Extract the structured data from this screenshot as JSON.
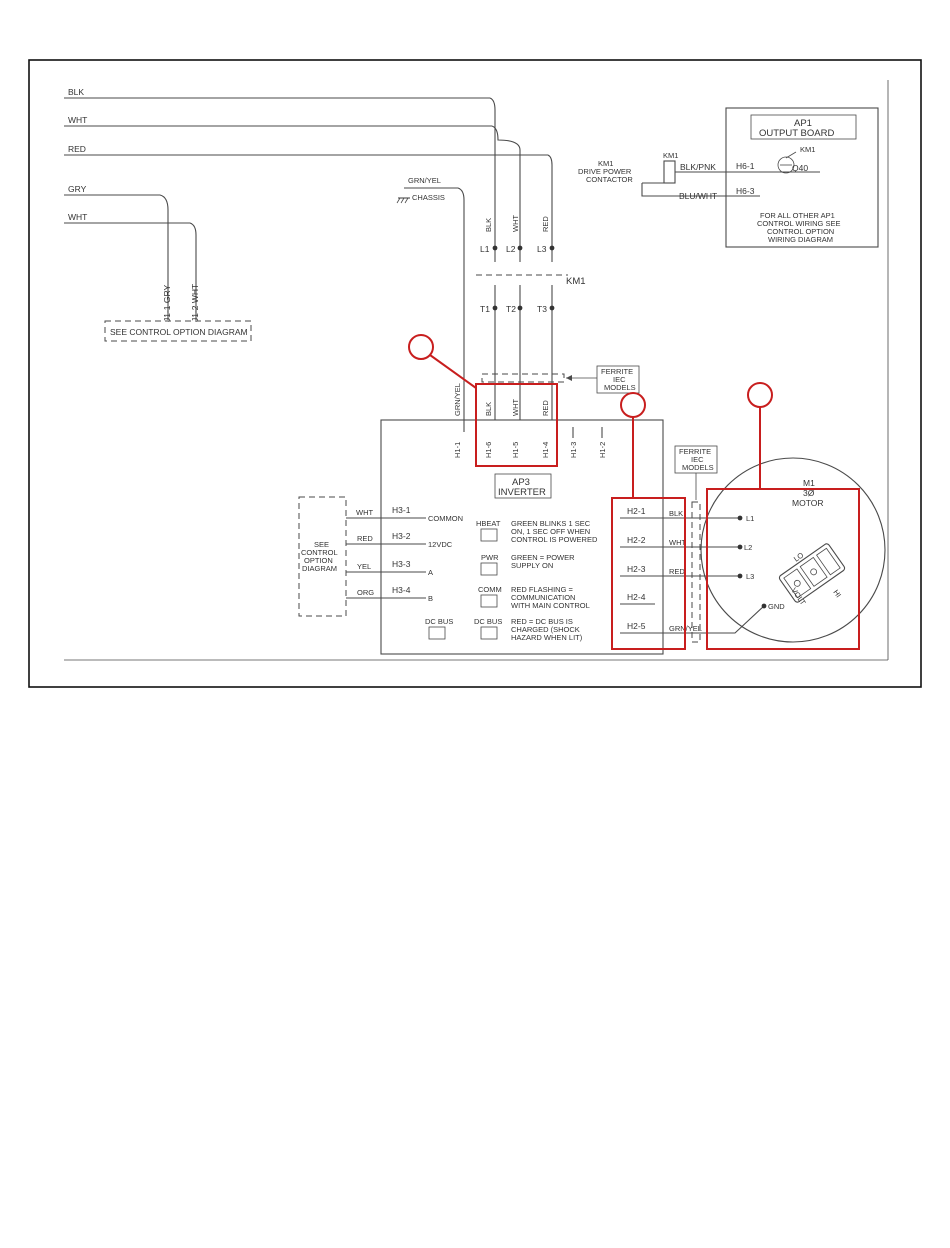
{
  "wires_left": [
    "BLK",
    "WHT",
    "RED",
    "GRY",
    "WHT"
  ],
  "j1_labels": [
    "J1-1 GRY",
    "J1-2 WHT"
  ],
  "see_control_option_diagram": "SEE CONTROL OPTION DIAGRAM",
  "chassis": {
    "wire": "GRN/YEL",
    "label": "CHASSIS"
  },
  "km1": {
    "label": "KM1",
    "wire_tags": [
      "BLK",
      "WHT",
      "RED"
    ],
    "line_terminals": [
      "L1",
      "L2",
      "L3"
    ],
    "load_terminals": [
      "T1",
      "T2",
      "T3"
    ]
  },
  "ferrite": [
    "FERRITE",
    "IEC",
    "MODELS"
  ],
  "ap1": {
    "title": "AP1",
    "subtitle": "OUTPUT BOARD",
    "km1_small": "KM1",
    "q40": "Q40",
    "contactor_label": [
      "KM1",
      "DRIVE POWER",
      "CONTACTOR"
    ],
    "coil": "KM1",
    "h6_1": "H6-1",
    "h6_3": "H6-3",
    "blk_pnk": "BLK/PNK",
    "blu_wht": "BLU/WHT",
    "note": [
      "FOR ALL OTHER AP1",
      "CONTROL WIRING SEE",
      "CONTROL OPTION",
      "WIRING DIAGRAM"
    ]
  },
  "inverter_h1": {
    "wire_tags": [
      "GRN/YEL",
      "BLK",
      "WHT",
      "RED"
    ],
    "terminals": [
      "H1-1",
      "H1-6",
      "H1-5",
      "H1-4",
      "H1-3",
      "H1-2"
    ]
  },
  "ap3": {
    "title": "AP3",
    "subtitle": "INVERTER"
  },
  "h3": {
    "terminals": [
      "H3-1",
      "H3-2",
      "H3-3",
      "H3-4"
    ],
    "wires": [
      "WHT",
      "RED",
      "YEL",
      "ORG"
    ],
    "signals": [
      "COMMON",
      "12VDC",
      "A",
      "B"
    ]
  },
  "see_control_option_box": [
    "SEE",
    "CONTROL",
    "OPTION",
    "DIAGRAM"
  ],
  "leds": [
    {
      "name": "HBEAT",
      "text": [
        "GREEN BLINKS 1 SEC",
        "ON, 1 SEC OFF WHEN",
        "CONTROL IS POWERED"
      ]
    },
    {
      "name": "PWR",
      "text": [
        "GREEN = POWER",
        "SUPPLY ON"
      ]
    },
    {
      "name": "COMM",
      "text": [
        "RED FLASHING =",
        "COMMUNICATION",
        "WITH MAIN CONTROL"
      ]
    },
    {
      "name": "DC BUS",
      "text": [
        "RED = DC BUS IS",
        "CHARGED (SHOCK",
        "HAZARD WHEN LIT)"
      ]
    }
  ],
  "dc_bus_left": "DC BUS",
  "h2": {
    "terminals": [
      "H2-1",
      "H2-2",
      "H2-3",
      "H2-4",
      "H2-5"
    ],
    "wires": [
      "BLK",
      "WHT",
      "RED",
      "",
      "GRN/YEL"
    ]
  },
  "motor": {
    "title": "M1",
    "phase": "3Ø",
    "subtitle": "MOTOR",
    "terminals": [
      "L1",
      "L2",
      "L3",
      "GND"
    ],
    "plug_labels": [
      "LO",
      "VOLT",
      "HI"
    ]
  }
}
